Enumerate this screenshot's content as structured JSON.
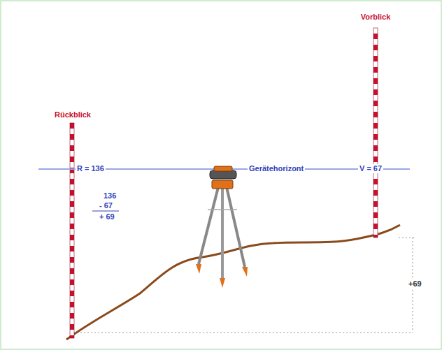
{
  "diagram": {
    "labels": [
      "Rückblick",
      "Vorblick",
      "R = 136",
      "Gerätehorizont",
      "V = 67",
      "136",
      "- 67",
      "+ 69",
      "+69"
    ]
  }
}
